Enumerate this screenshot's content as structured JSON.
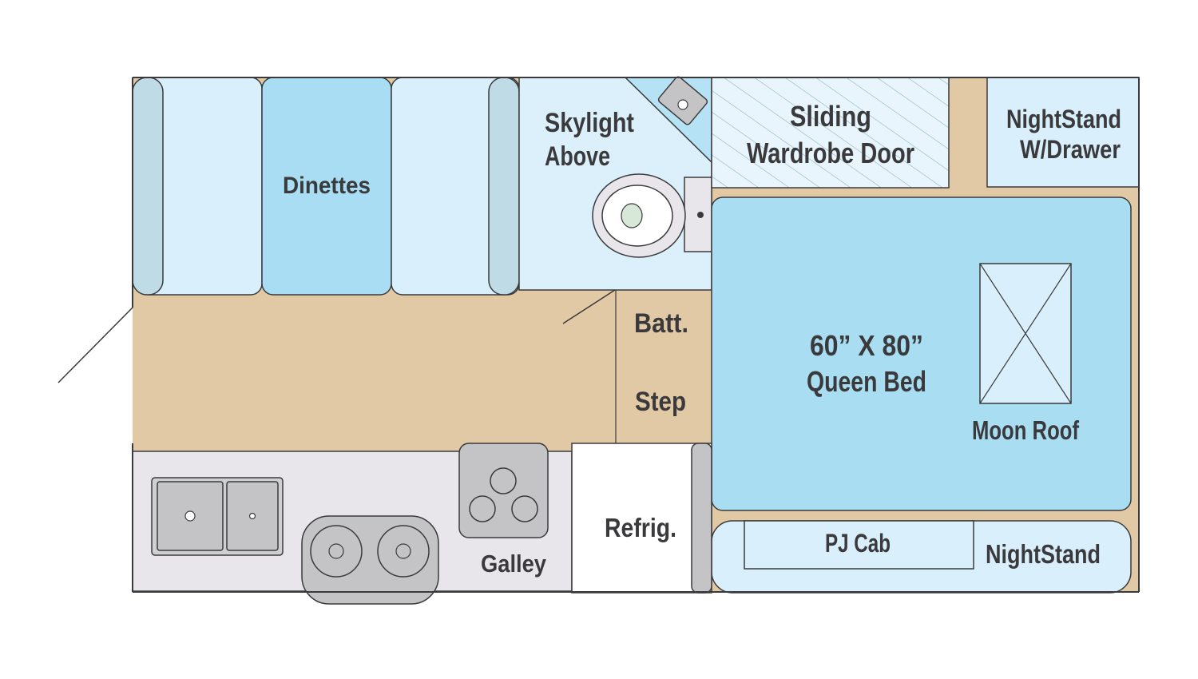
{
  "labels": {
    "dinettes": "Dinettes",
    "skylight_line1": "Skylight",
    "skylight_line2": "Above",
    "wardrobe_line1": "Sliding",
    "wardrobe_line2": "Wardrobe Door",
    "nightstand_drawer_line1": "NightStand",
    "nightstand_drawer_line2": "W/Drawer",
    "bed_line1": "60” X 80”",
    "bed_line2": "Queen Bed",
    "moon_roof": "Moon Roof",
    "batt": "Batt.",
    "step": "Step",
    "refrig": "Refrig.",
    "galley": "Galley",
    "pj_cab": "PJ Cab",
    "nightstand": "NightStand"
  },
  "colors": {
    "floor": "#e2c9a6",
    "cushion_light": "#d9effb",
    "cushion_mid": "#a8ddf3",
    "armrest": "#bfdbe6",
    "bathroom": "#dcf0fb",
    "bed": "#a9ddf2",
    "counter": "#e8e6ea",
    "appliance_gray": "#c4c4c6",
    "outline": "#3a3a3c"
  }
}
